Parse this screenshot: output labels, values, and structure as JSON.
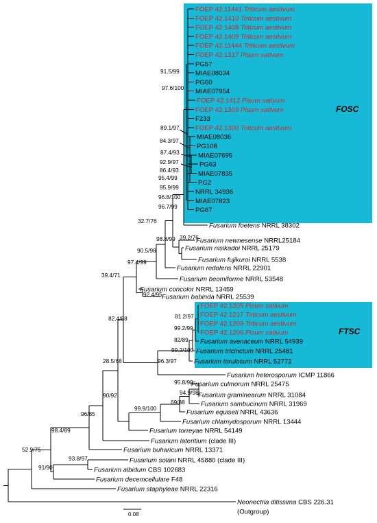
{
  "clades": [
    {
      "id": "fosc",
      "label": "FOSC"
    },
    {
      "id": "ftsc",
      "label": "FTSC"
    }
  ],
  "scale_bar": {
    "label": "0.08"
  },
  "colors": {
    "clade_highlight": "#16b9d6",
    "isolate_red": "#d0262a",
    "line": "#000000"
  },
  "leaves": [
    {
      "id": "L1",
      "code": "FOEP 42.11441",
      "host": "Triticum aestivum",
      "red": true
    },
    {
      "id": "L2",
      "code": "FOEP 42.1410",
      "host": "Triticum aestivum",
      "red": true
    },
    {
      "id": "L3",
      "code": "FOEP 42.1408",
      "host": "Triticum aestivum",
      "red": true
    },
    {
      "id": "L4",
      "code": "FOEP 42.1409",
      "host": "Triticum aestivum",
      "red": true
    },
    {
      "id": "L5",
      "code": "FOEP 42.11444",
      "host": "Triticum aestivum",
      "red": true
    },
    {
      "id": "L6",
      "code": "FOEP 42.1317",
      "host": "Pisum sativum",
      "red": true
    },
    {
      "id": "L7",
      "code": "PG57"
    },
    {
      "id": "L8",
      "code": "MIAE08034"
    },
    {
      "id": "L9",
      "code": "PG60"
    },
    {
      "id": "L10",
      "code": "MIAE07954"
    },
    {
      "id": "L11",
      "code": "FOEP 42.1412",
      "host": "Pisum sativum",
      "red": true
    },
    {
      "id": "L12",
      "code": "FOEP 42.1303",
      "host": "Pisum sativum",
      "red": true
    },
    {
      "id": "L13",
      "code": "F233"
    },
    {
      "id": "L14",
      "code": "FOEP 42.1300",
      "host": "Triticum aestivum",
      "red": true
    },
    {
      "id": "L15",
      "code": "MIAE08036"
    },
    {
      "id": "L16",
      "code": "PG108"
    },
    {
      "id": "L17",
      "code": "MIAE07695"
    },
    {
      "id": "L18",
      "code": "PG63"
    },
    {
      "id": "L19",
      "code": "MIAE07835"
    },
    {
      "id": "L20",
      "code": "PG2"
    },
    {
      "id": "L21",
      "code": "NRRL 34936"
    },
    {
      "id": "L22",
      "code": "MIAE07823"
    },
    {
      "id": "L23",
      "code": "PG67"
    },
    {
      "id": "L24",
      "species": "Fusarium foetens",
      "code": "NRRL 38302"
    },
    {
      "id": "L25",
      "species": "Fusarium newnesense",
      "code": "NRRL25184"
    },
    {
      "id": "L26",
      "species": "Fusarium nisikadoi",
      "code": "NRRL 25179"
    },
    {
      "id": "L27",
      "species": "Fusarium fujikuroi",
      "code": "NRRL 5538"
    },
    {
      "id": "L28",
      "species": "Fusarium redolens",
      "code": "NRRL 22901"
    },
    {
      "id": "L29",
      "species": "Fusarium beomiforme",
      "code": "NRRL 53548"
    },
    {
      "id": "L30",
      "species": "Fusarium concolor",
      "code": "NRRL 13459"
    },
    {
      "id": "L31",
      "species": "Fusarium babinda",
      "code": "NRRL 25539"
    },
    {
      "id": "L32",
      "code": "FOEP 42.1205",
      "host": "Pisum sativum",
      "red": true
    },
    {
      "id": "L33",
      "code": "FOEP 42.1217",
      "host": "Triticum aestivum",
      "red": true
    },
    {
      "id": "L34",
      "code": "FOEP 42.1209",
      "host": "Triticum aestivum",
      "red": true
    },
    {
      "id": "L35",
      "code": "FOEP 42.1206",
      "host": "Pisum sativum",
      "red": true
    },
    {
      "id": "L36",
      "species": "Fusarium avenaceum",
      "code": "NRRL 54939"
    },
    {
      "id": "L37",
      "species": "Fusarium tricinctum",
      "code": "NRRL 25481"
    },
    {
      "id": "L38",
      "species": "Fusarium torulosum",
      "code": "NRRL 52772"
    },
    {
      "id": "L39",
      "species": "Fusarium heterosporum",
      "code": "ICMP 11866"
    },
    {
      "id": "L40",
      "species": "Fusarium culmorum",
      "code": "NRRL 25475"
    },
    {
      "id": "L41",
      "species": "Fusarium graminearum",
      "code": "NRRL 31084"
    },
    {
      "id": "L42",
      "species": "Fusarium sambucinum",
      "code": "NRRL 31969"
    },
    {
      "id": "L43",
      "species": "Fusarium equiseti",
      "code": "NRRL 43636"
    },
    {
      "id": "L44",
      "species": "Fusarium chlamydosporum",
      "code": "NRRL 13444"
    },
    {
      "id": "L45",
      "species": "Fusarium torreyae",
      "code": "NRRL 54149"
    },
    {
      "id": "L46",
      "species": "Fusarium lateritium",
      "code": "(clade III)"
    },
    {
      "id": "L47",
      "species": "Fusarium buharicum",
      "code": "NRRL 13371"
    },
    {
      "id": "L48",
      "species": "Fusarium solani",
      "code": "NRRL 45880 (clade III)"
    },
    {
      "id": "L49",
      "species": "Fusarium albidum",
      "code": "CBS 102683"
    },
    {
      "id": "L50",
      "species": "Fusarium decemcellulare",
      "code": "F48"
    },
    {
      "id": "L51",
      "species": "Fusarium staphyleae",
      "code": "NRRL 22316"
    },
    {
      "id": "L52",
      "species": "Neonectria ditissima",
      "code": "CBS 226.31"
    },
    {
      "id": "L53",
      "code": "(Outgroup)"
    }
  ],
  "support": [
    "91.5/99",
    "97.6/100",
    "89.1/97",
    "84.3/97",
    "87.4/93",
    "92.9/97",
    "86.4/93",
    "95.4/99",
    "95.9/99",
    "96.8/100",
    "96.7/99",
    "32.7/76",
    "39.2/76",
    "98.8/99",
    "90.5/98",
    "97.4/99",
    "39.4/71",
    "92.4/95",
    "82.4/88",
    "81.2/97",
    "99.2/99",
    "82/89",
    "99.2/100",
    "96.3/97",
    "28.5/68",
    "95.8/99",
    "94.9/98",
    "69/88",
    "99.9/100",
    "90/92",
    "96/85",
    "98.4/89",
    "93.8/97",
    "52.9/75",
    "91/90"
  ]
}
